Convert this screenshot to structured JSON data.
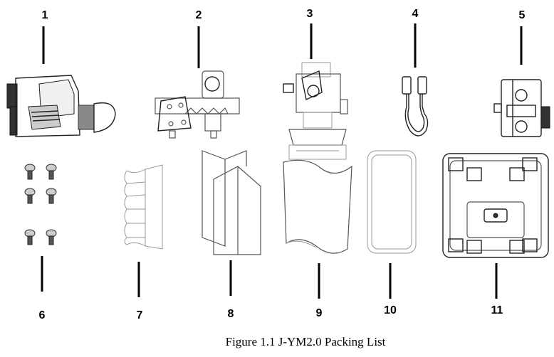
{
  "caption": "Figure 1.1 J-YM2.0 Packing List",
  "items": [
    {
      "number": "1",
      "icon": "monocular-icon"
    },
    {
      "number": "2",
      "icon": "rail-adapter-icon"
    },
    {
      "number": "3",
      "icon": "mount-icon"
    },
    {
      "number": "4",
      "icon": "cable-icon"
    },
    {
      "number": "5",
      "icon": "battery-box-icon"
    },
    {
      "number": "6",
      "icon": "screws-icon"
    },
    {
      "number": "7",
      "icon": "eyecup-icon"
    },
    {
      "number": "8",
      "icon": "manual-icon"
    },
    {
      "number": "9",
      "icon": "cloth-icon"
    },
    {
      "number": "10",
      "icon": "pouch-icon"
    },
    {
      "number": "11",
      "icon": "case-icon"
    }
  ]
}
